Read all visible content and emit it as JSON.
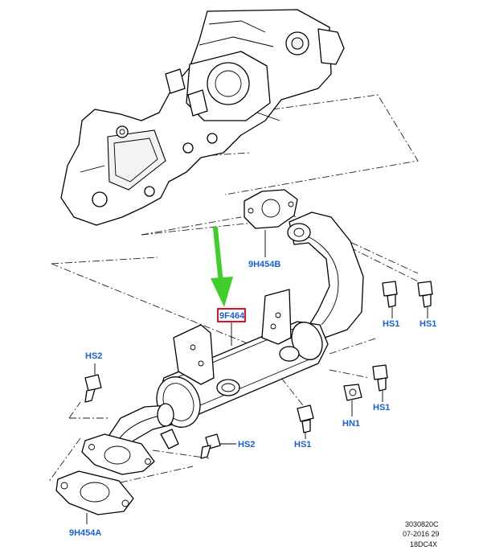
{
  "colors": {
    "callout_text": "#1a5fd6",
    "highlight_box": "#e0102a",
    "arrow": "#3fcf2a",
    "line": "#000000",
    "background": "#ffffff"
  },
  "callouts": {
    "gasket_upper": "9H454B",
    "egr_cooler": "9F464",
    "gasket_lower": "9H454A",
    "bolt_hs2_upper": "HS2",
    "bolt_hs2_lower": "HS2",
    "bolt_hs1_right_a": "HS1",
    "bolt_hs1_right_b": "HS1",
    "bolt_hs1_mid": "HS1",
    "bolt_hs1_bottom": "HS1",
    "nut_hn1": "HN1"
  },
  "reference": {
    "code": "3030820C",
    "date": "07-2016 29",
    "model": "18DC4X"
  },
  "icons": {
    "pointer": "green-arrow-icon"
  }
}
